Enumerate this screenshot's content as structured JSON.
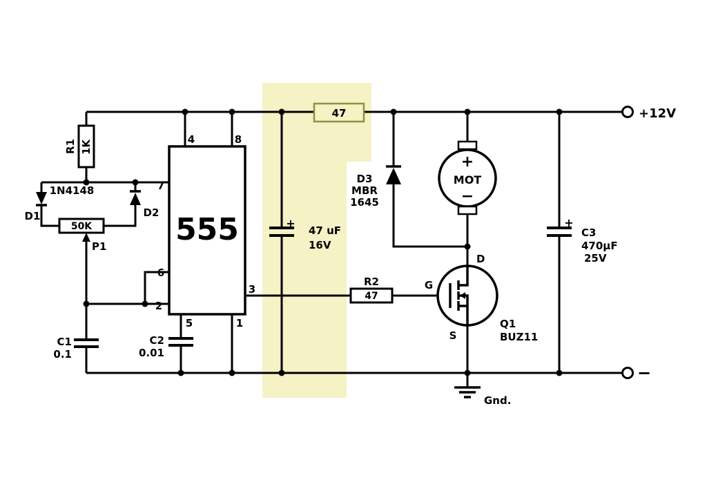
{
  "colors": {
    "highlight": "#f5f2c6",
    "highlight_border": "#90903e",
    "highlight_text": "#6e7a14"
  },
  "power": {
    "positive": "+12V",
    "negative": "−"
  },
  "r1": {
    "name": "R1",
    "value": "1K"
  },
  "diode_network": {
    "type": "1N4148",
    "d1": "D1",
    "d2": "D2",
    "pot_value": "50K",
    "pot_name": "P1"
  },
  "ic555": {
    "label": "555",
    "pin1": "1",
    "pin2": "2",
    "pin3": "3",
    "pin4": "4",
    "pin5": "5",
    "pin6": "6",
    "pin7": "7",
    "pin8": "8"
  },
  "c1": {
    "name": "C1",
    "value": "0.1"
  },
  "c2": {
    "name": "C2",
    "value": "0.01"
  },
  "highlighted": {
    "resistor_value": "47",
    "cap_polarity": "+",
    "cap_value": "47 uF",
    "cap_voltage": "16V"
  },
  "d3": {
    "name": "D3",
    "part_line1": "MBR",
    "part_line2": "1645"
  },
  "motor": {
    "plus": "+",
    "label": "MOT",
    "minus": "−"
  },
  "r2": {
    "name": "R2",
    "value": "47"
  },
  "q1": {
    "drain": "D",
    "gate": "G",
    "source": "S",
    "name": "Q1",
    "part": "BUZ11"
  },
  "c3": {
    "polarity": "+",
    "name": "C3",
    "value": "470µF",
    "voltage": "25V"
  },
  "ground": {
    "label": "Gnd."
  }
}
